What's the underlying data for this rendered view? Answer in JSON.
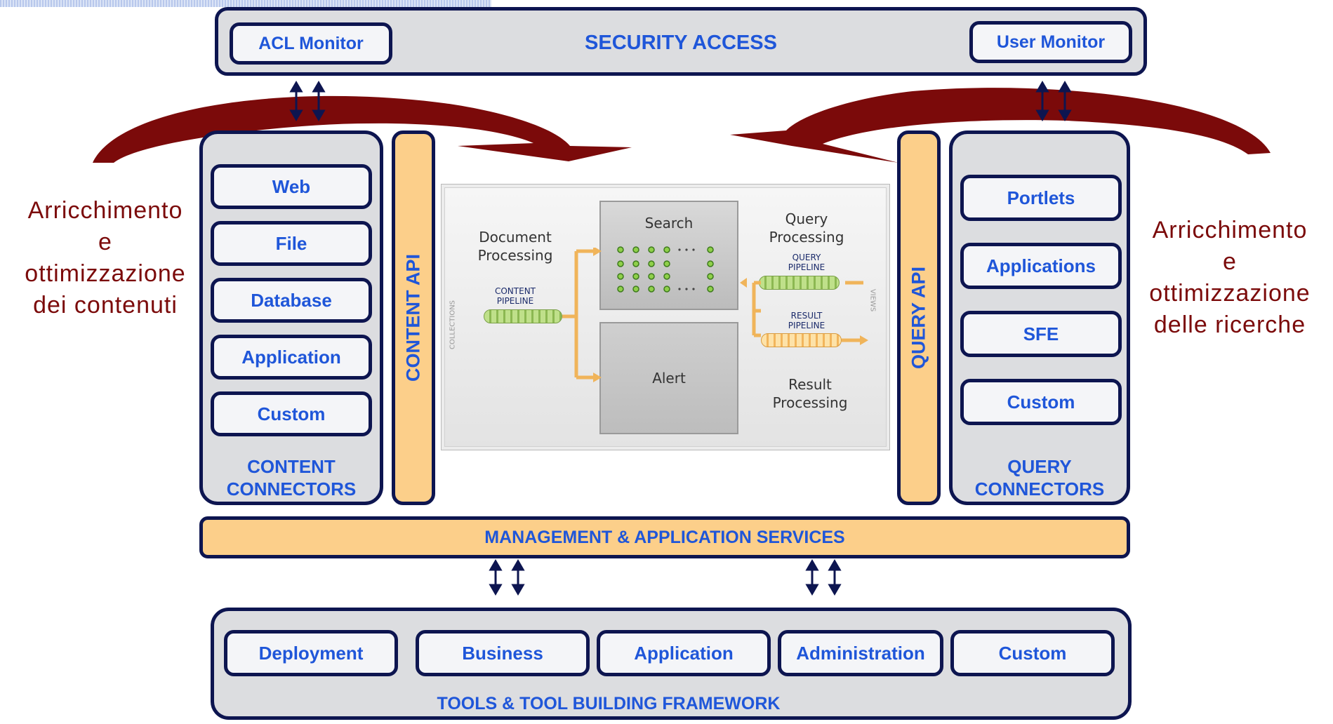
{
  "security": {
    "acl_label": "ACL Monitor",
    "title": "SECURITY ACCESS",
    "user_label": "User Monitor"
  },
  "content_connectors": {
    "items": [
      "Web",
      "File",
      "Database",
      "Application",
      "Custom"
    ],
    "title_line1": "CONTENT",
    "title_line2": "CONNECTORS"
  },
  "content_api": "CONTENT API",
  "query_api": "QUERY API",
  "query_connectors": {
    "items": [
      "Portlets",
      "Applications",
      "SFE",
      "Custom"
    ],
    "title_line1": "QUERY",
    "title_line2": "CONNECTORS"
  },
  "center": {
    "document_processing_1": "Document",
    "document_processing_2": "Processing",
    "content_pipeline_1": "CONTENT",
    "content_pipeline_2": "PIPELINE",
    "collections": "COLLECTIONS",
    "search": "Search",
    "alert": "Alert",
    "query_processing_1": "Query",
    "query_processing_2": "Processing",
    "query_pipeline_1": "QUERY",
    "query_pipeline_2": "PIPELINE",
    "result_pipeline_1": "RESULT",
    "result_pipeline_2": "PIPELINE",
    "result_processing_1": "Result",
    "result_processing_2": "Processing",
    "views": "VIEWS"
  },
  "left_note": {
    "line1": "Arricchimento",
    "line2": "e",
    "line3": "ottimizzazione",
    "line4": "dei contenuti"
  },
  "right_note": {
    "line1": "Arricchimento",
    "line2": "e",
    "line3": "ottimizzazione",
    "line4": "delle ricerche"
  },
  "management": "MANAGEMENT & APPLICATION SERVICES",
  "tools": {
    "items": [
      "Deployment",
      "Business",
      "Application",
      "Administration",
      "Custom"
    ],
    "title": "TOOLS & TOOL BUILDING FRAMEWORK"
  },
  "colors": {
    "navy": "#0d1550",
    "blue_text": "#1f56d9",
    "orange": "#fccf8a",
    "panel_gray": "#dcdde0",
    "curve_red": "#7b0a0a"
  }
}
